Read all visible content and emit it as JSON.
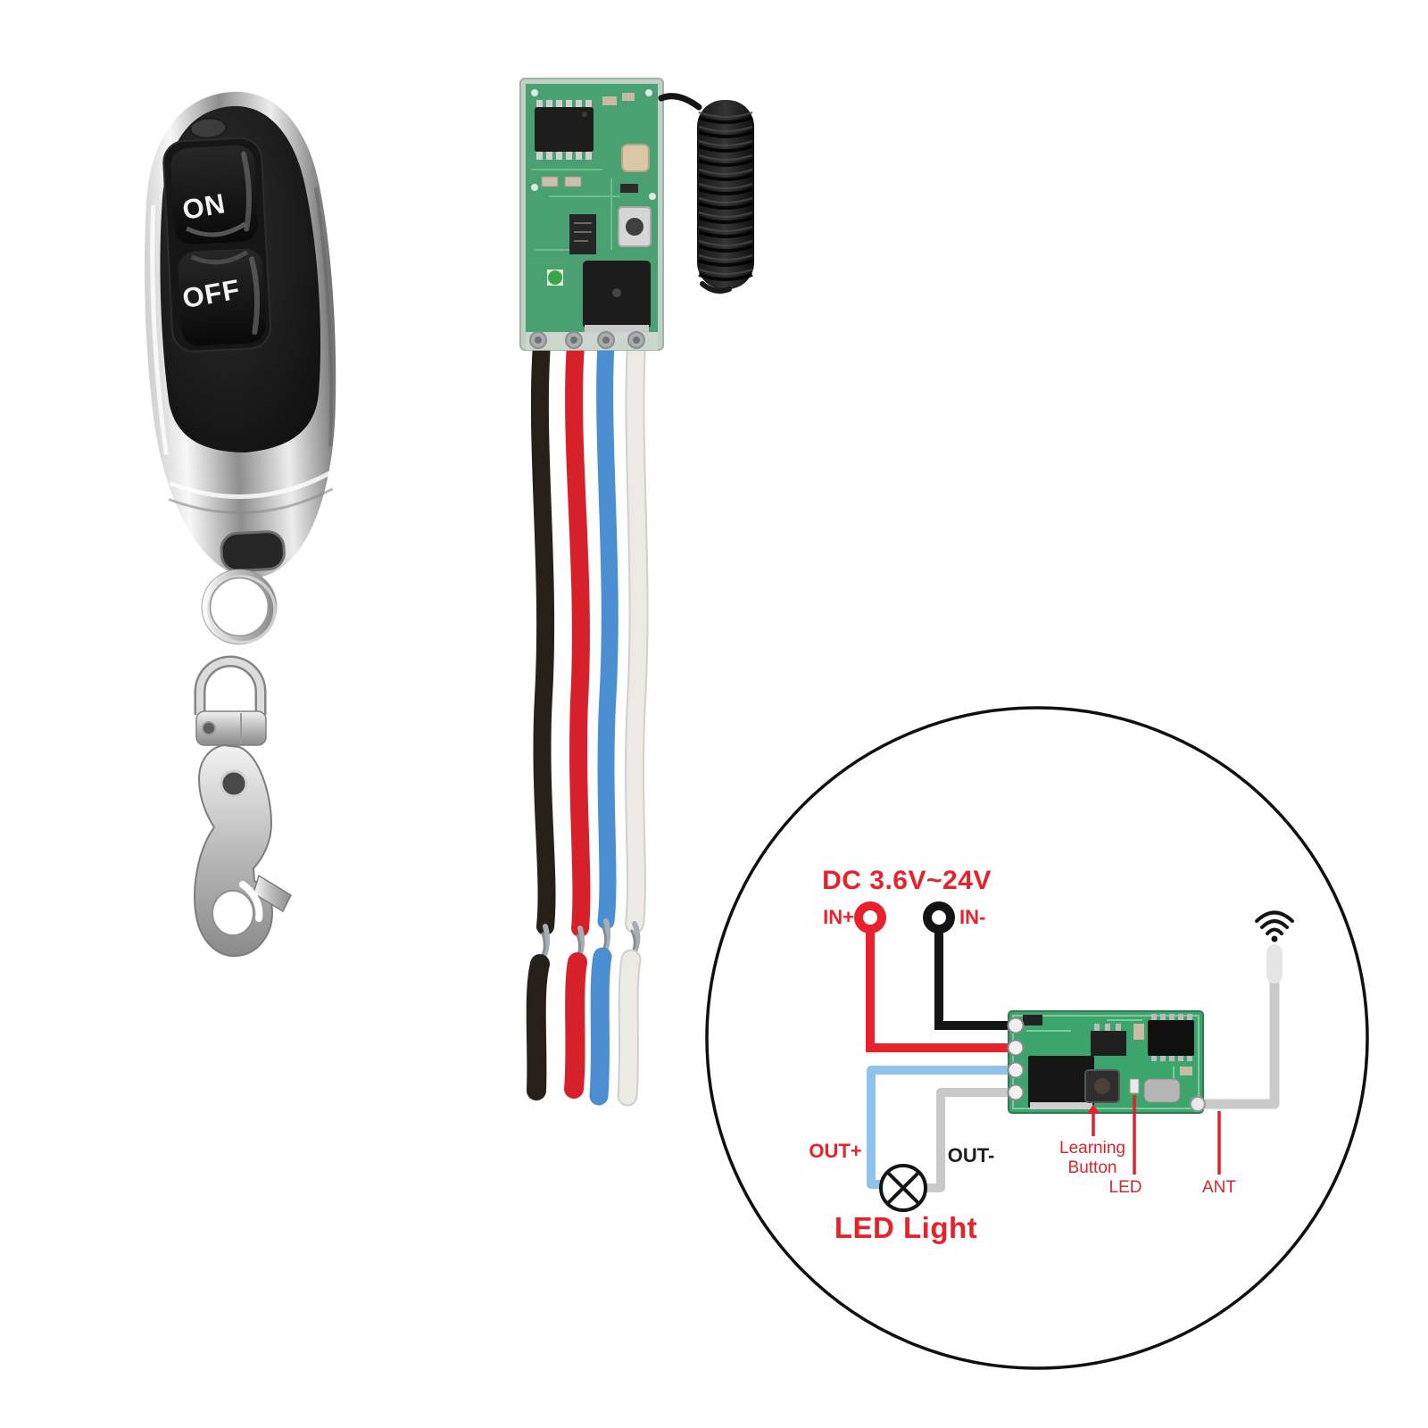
{
  "background": "#ffffff",
  "product_photos": {
    "remote": {
      "on_label": "ON",
      "off_label": "OFF",
      "body_color": "#121212",
      "trim_color": "#c9c9c9",
      "parts": [
        "indicator-led",
        "keyring",
        "swivel-lobster-clasp"
      ]
    },
    "receiver": {
      "board_color": "#49a172",
      "antenna_coil_color": "#262626",
      "wire_colors": {
        "black": "#262019",
        "red": "#d6212b",
        "blue": "#4b8fd2",
        "white": "#eceae5"
      }
    }
  },
  "diagram": {
    "power_title": "DC 3.6V~24V",
    "labels": {
      "in_plus": "IN+",
      "in_minus": "IN-",
      "out_plus": "OUT+",
      "out_minus": "OUT-",
      "led_light": "LED Light",
      "learning_button": "Learning Button",
      "led": "LED",
      "ant": "ANT"
    },
    "colors": {
      "wire_red": "#e8212a",
      "wire_black": "#141414",
      "wire_blue": "#8fc3ec",
      "wire_gray": "#c9c9c9",
      "label_red": "#d9252b",
      "board_green": "#3ba56b",
      "circle_stroke": "#101010"
    },
    "icons": [
      "wifi-icon",
      "led-lamp-icon",
      "antenna-tip"
    ]
  }
}
